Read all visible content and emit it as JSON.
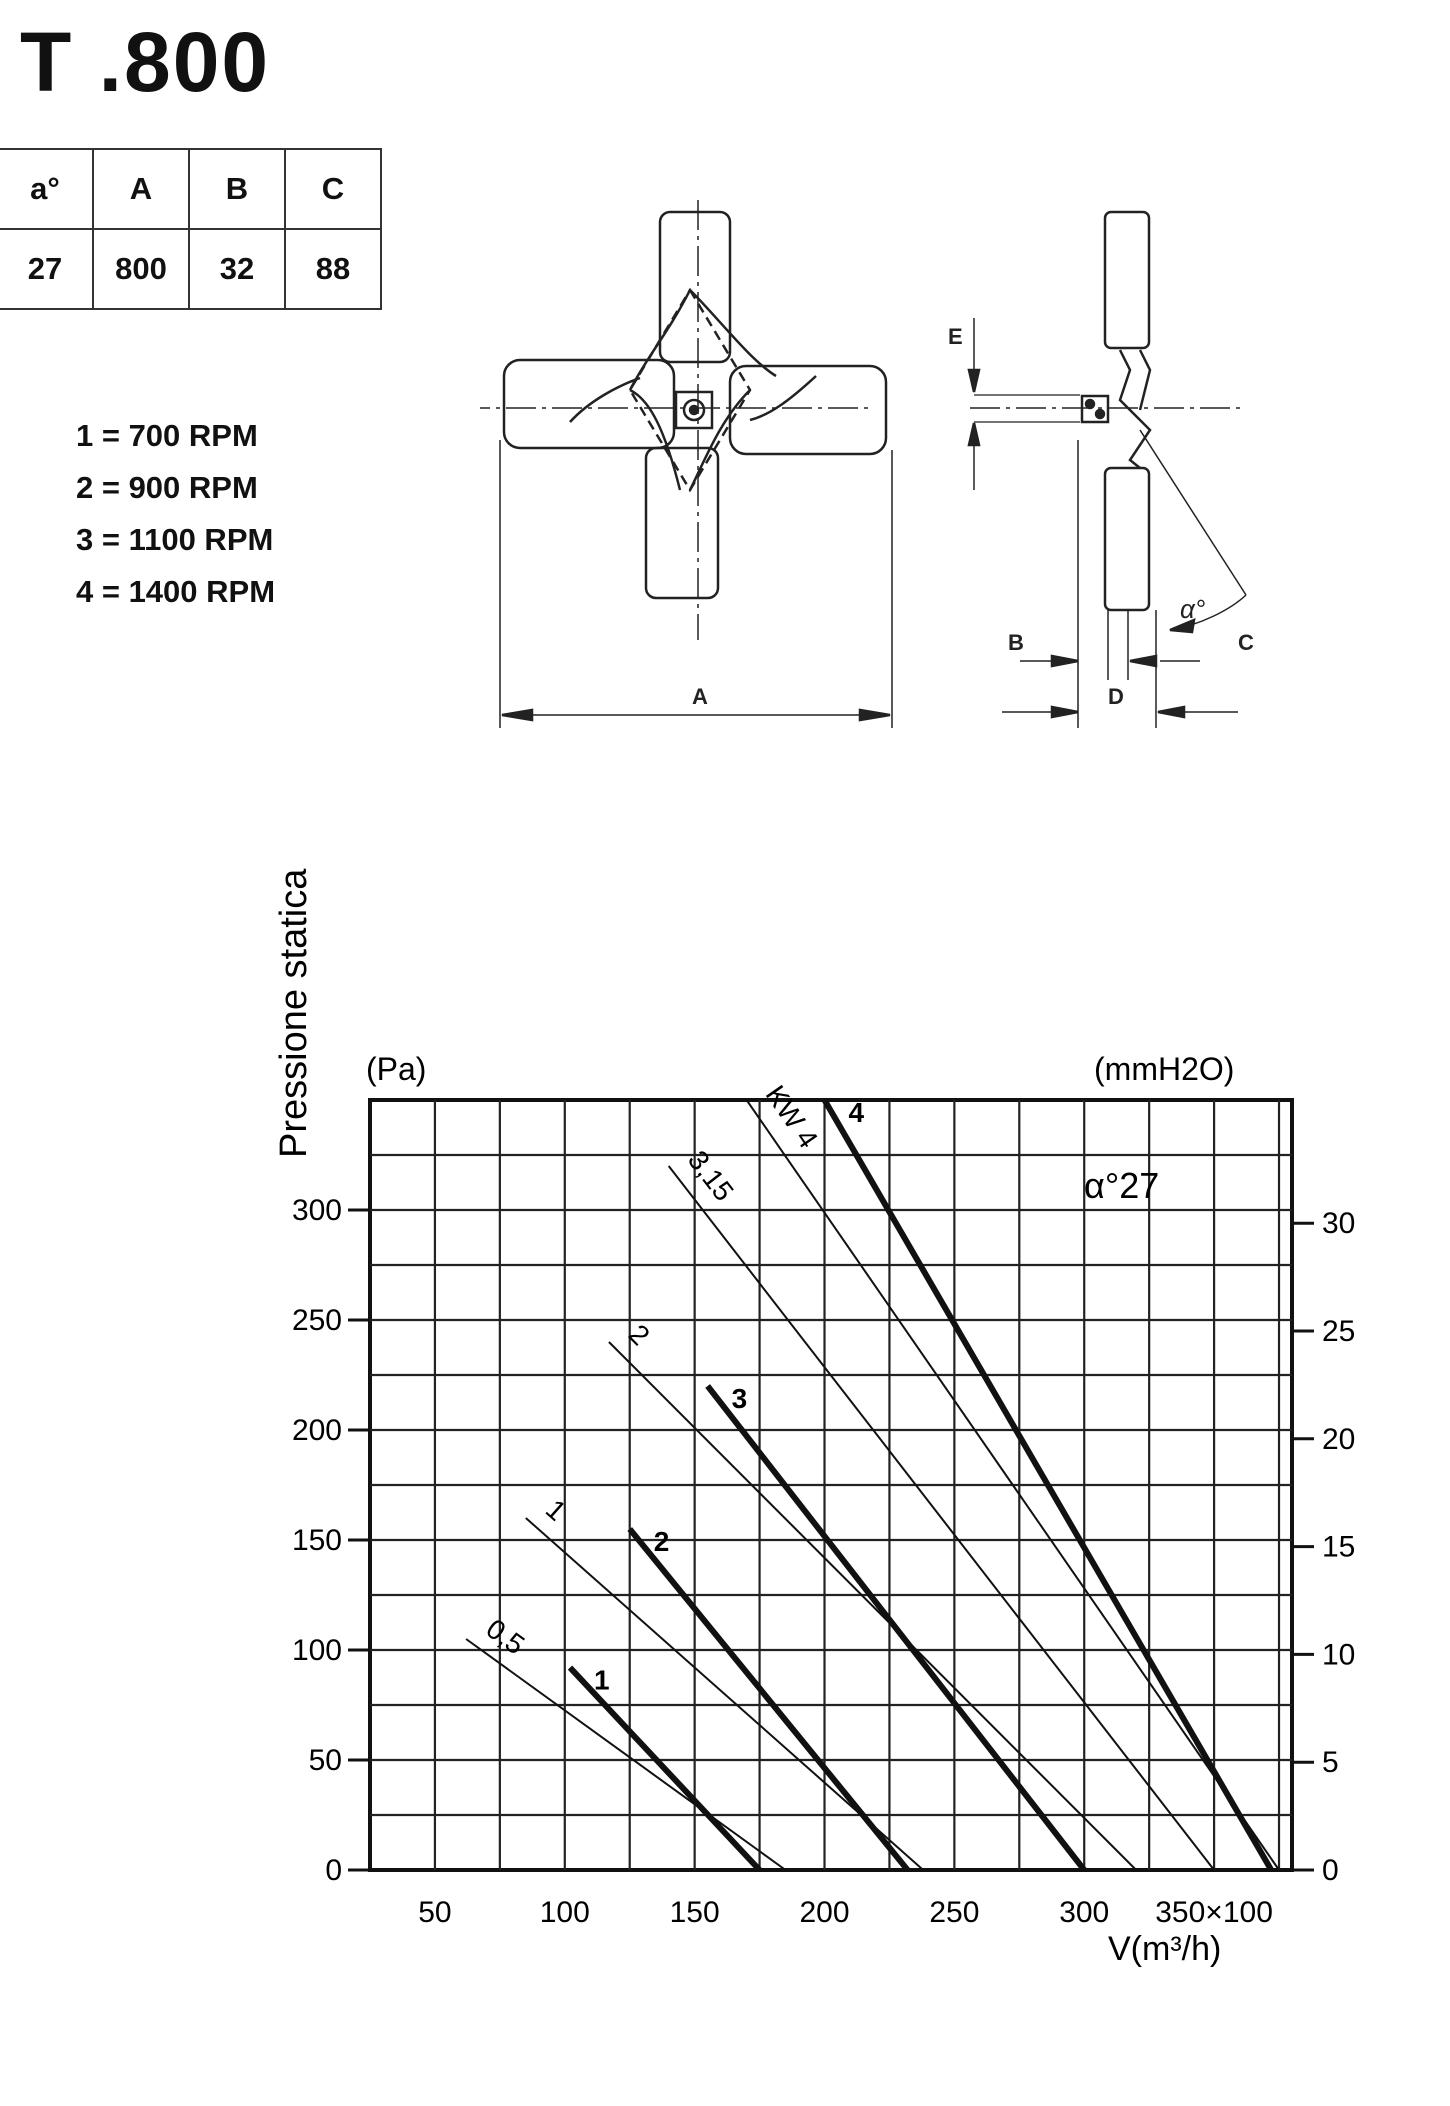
{
  "title": "T .800",
  "spec_table": {
    "headers": [
      "a°",
      "A",
      "B",
      "C"
    ],
    "values": [
      "27",
      "800",
      "32",
      "88"
    ]
  },
  "rpm_legend": [
    "1 = 700 RPM",
    "2 = 900 RPM",
    "3 = 1100 RPM",
    "4 = 1400 RPM"
  ],
  "drawing": {
    "labels": {
      "E": "E",
      "B": "B",
      "C": "C",
      "D": "D",
      "A": "A",
      "alpha": "α°"
    }
  },
  "chart_data": {
    "type": "line",
    "title": "",
    "ylabel": "Pressione statica",
    "y_unit_left": "(Pa)",
    "y_unit_right": "(mmH2O)",
    "xlabel": "V(m³/h)",
    "x_ticks": [
      "50",
      "100",
      "150",
      "200",
      "250",
      "300",
      "350×100"
    ],
    "y_ticks_left": [
      "0",
      "50",
      "100",
      "150",
      "200",
      "250",
      "300"
    ],
    "y_ticks_right": [
      "0",
      "5",
      "10",
      "15",
      "20",
      "25",
      "30"
    ],
    "xlim": [
      25,
      380
    ],
    "ylim": [
      0,
      350
    ],
    "annotation": "α°27",
    "series": [
      {
        "name": "1",
        "kind": "rpm",
        "points": [
          [
            102,
            92
          ],
          [
            175,
            0
          ]
        ]
      },
      {
        "name": "2",
        "kind": "rpm",
        "points": [
          [
            125,
            155
          ],
          [
            232,
            0
          ]
        ]
      },
      {
        "name": "3",
        "kind": "rpm",
        "points": [
          [
            155,
            220
          ],
          [
            300,
            0
          ]
        ]
      },
      {
        "name": "4",
        "kind": "rpm",
        "points": [
          [
            200,
            350
          ],
          [
            372,
            0
          ]
        ]
      }
    ],
    "power_lines": [
      {
        "name": "0,5",
        "points": [
          [
            62,
            105
          ],
          [
            185,
            0
          ]
        ]
      },
      {
        "name": "1",
        "points": [
          [
            85,
            160
          ],
          [
            238,
            0
          ]
        ]
      },
      {
        "name": "2",
        "points": [
          [
            117,
            240
          ],
          [
            320,
            0
          ]
        ]
      },
      {
        "name": "3,15",
        "points": [
          [
            140,
            320
          ],
          [
            350,
            0
          ]
        ]
      },
      {
        "name": "KW 4",
        "points": [
          [
            170,
            350
          ],
          [
            375,
            0
          ]
        ]
      }
    ]
  }
}
